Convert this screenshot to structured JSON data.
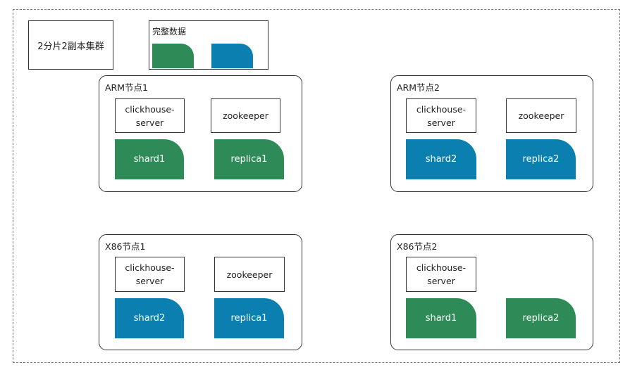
{
  "title": "2分片2副本集群",
  "legend": {
    "title": "完整数据",
    "swatches": [
      {
        "name": "green-full-data",
        "color": "#2e8b57"
      },
      {
        "name": "blue-full-data",
        "color": "#0b7fb0"
      }
    ]
  },
  "colors": {
    "green": "#2e8b57",
    "blue": "#0b7fb0"
  },
  "nodes": [
    {
      "label": "ARM节点1",
      "server": "clickhouse-\nserver",
      "zookeeper": "zookeeper",
      "shard": {
        "label": "shard1",
        "color": "green"
      },
      "replica": {
        "label": "replica1",
        "color": "green"
      }
    },
    {
      "label": "ARM节点2",
      "server": "clickhouse-\nserver",
      "zookeeper": "zookeeper",
      "shard": {
        "label": "shard2",
        "color": "blue"
      },
      "replica": {
        "label": "replica2",
        "color": "blue"
      }
    },
    {
      "label": "X86节点1",
      "server": "clickhouse-\nserver",
      "zookeeper": "zookeeper",
      "shard": {
        "label": "shard2",
        "color": "blue"
      },
      "replica": {
        "label": "replica1",
        "color": "blue"
      }
    },
    {
      "label": "X86节点2",
      "server": "clickhouse-\nserver",
      "shard": {
        "label": "shard1",
        "color": "green"
      },
      "replica": {
        "label": "replica2",
        "color": "green"
      }
    }
  ]
}
